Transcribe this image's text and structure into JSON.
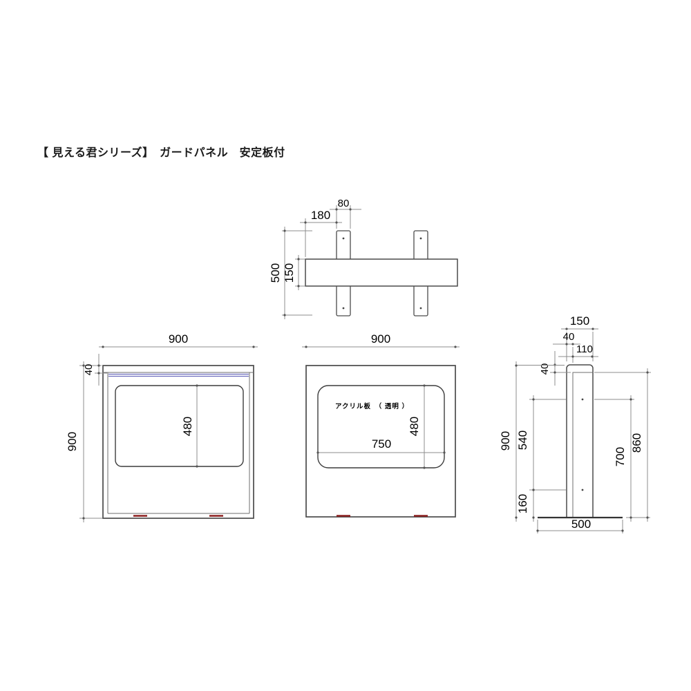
{
  "title": "【 見える君シリーズ】　ガードパネル　安定板付",
  "colors": {
    "outline": "#4a4a4a",
    "dimension_line": "#8c8c8c",
    "accent_blue": "#6b6bbd",
    "accent_red": "#8b1e1e",
    "background": "#ffffff"
  },
  "views": {
    "top": {
      "dim_foot_width": "80",
      "dim_foot_offset": "180",
      "dim_depth": "500",
      "dim_panel_thickness": "150"
    },
    "front": {
      "dim_width": "900",
      "dim_top_rail": "40",
      "dim_height": "900",
      "dim_window_height": "480"
    },
    "acrylic": {
      "material_label": "アクリル板　（ 透明 ）",
      "dim_width": "900",
      "dim_window_width": "750",
      "dim_window_height": "480"
    },
    "side": {
      "dim_cap_depth": "150",
      "dim_front_offset": "40",
      "dim_panel_thickness": "110",
      "dim_cap_height": "40",
      "dim_height": "900",
      "dim_hole_span": "540",
      "dim_base_to_hole": "160",
      "dim_hole_to_base": "700",
      "dim_inner_height": "860",
      "dim_base_width": "500"
    }
  }
}
